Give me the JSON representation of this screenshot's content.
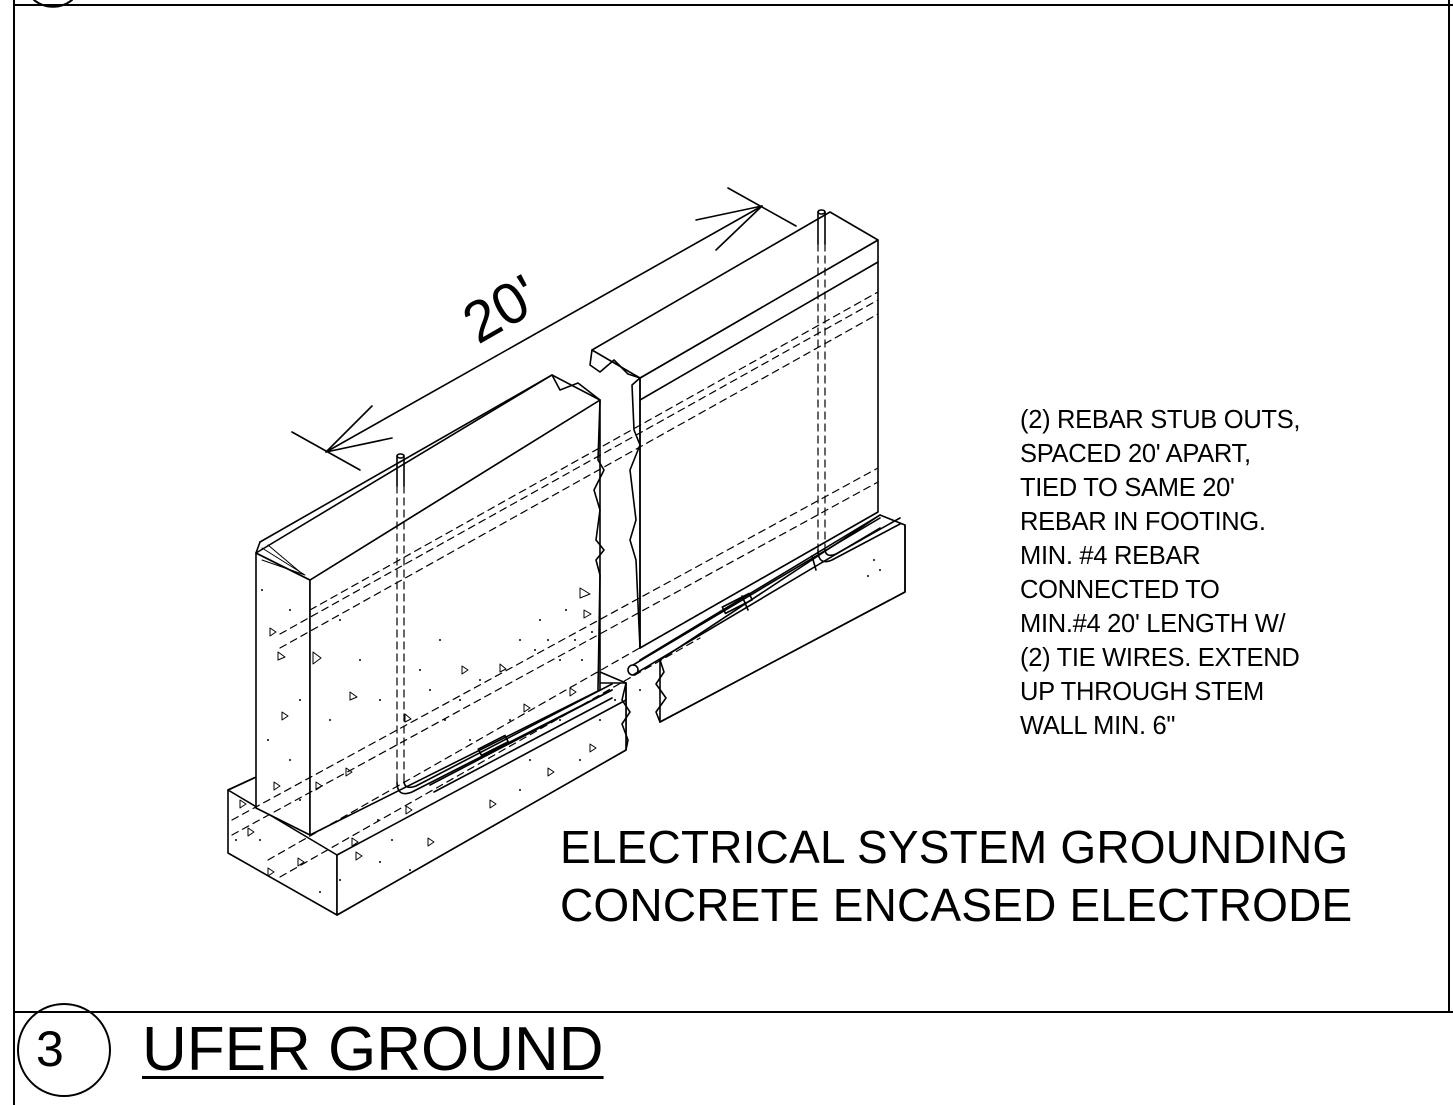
{
  "dimension_label": "20'",
  "note_lines": [
    "(2) REBAR STUB OUTS,",
    "SPACED 20' APART,",
    "TIED TO SAME 20'",
    "REBAR IN FOOTING.",
    "MIN. #4 REBAR",
    "CONNECTED TO",
    "MIN.#4 20' LENGTH W/",
    "(2) TIE WIRES. EXTEND",
    "UP THROUGH STEM",
    "WALL MIN. 6\""
  ],
  "title_lines": [
    "ELECTRICAL SYSTEM GROUNDING",
    "CONCRETE ENCASED ELECTRODE"
  ],
  "detail_number": "3",
  "detail_title": "UFER GROUND"
}
